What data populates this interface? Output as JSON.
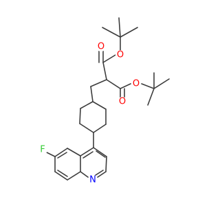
{
  "molecule": {
    "atoms": {
      "o_carbonyl_upper": {
        "label": "O",
        "color": "#ff0000"
      },
      "o_ester_upper": {
        "label": "O",
        "color": "#ff0000"
      },
      "o_ester_lower": {
        "label": "O",
        "color": "#ff0000"
      },
      "o_carbonyl_lower": {
        "label": "O",
        "color": "#ff0000"
      },
      "fluorine": {
        "label": "F",
        "color": "#33cc33"
      },
      "nitrogen": {
        "label": "N",
        "color": "#0000ff"
      }
    },
    "bond_color": "#3c3c3c"
  }
}
